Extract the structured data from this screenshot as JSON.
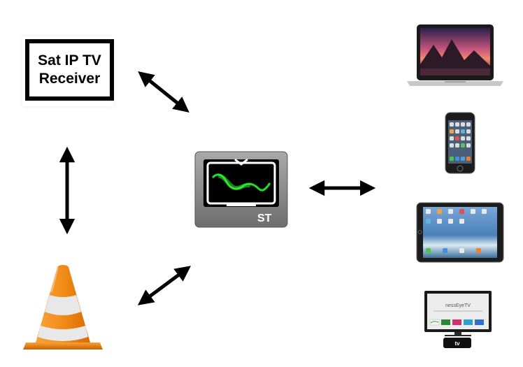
{
  "receiver": {
    "line1": "Sat IP TV",
    "line2": "Receiver"
  },
  "hub": {
    "badge": "ST"
  },
  "appletv": {
    "title": "nessEyeTV",
    "brand": "tv"
  },
  "colors": {
    "arrow": "#000000",
    "cone_orange": "#f28c18",
    "wave": "#22dd22",
    "hub_gray": "#8a8a8a"
  }
}
